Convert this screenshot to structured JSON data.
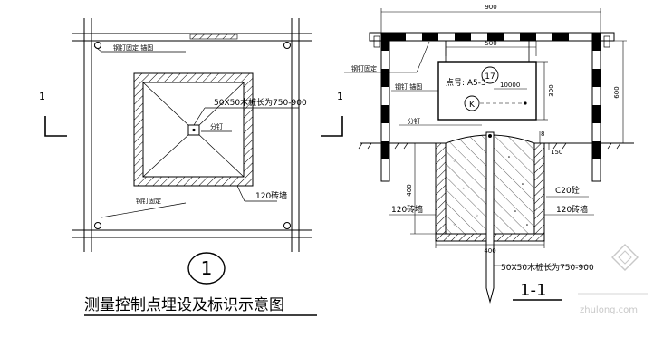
{
  "plan": {
    "section_mark_left": "1",
    "section_mark_right": "1",
    "pile_callout": "50X50木桩长为750-900",
    "nail_label": "分钉",
    "wall_label": "120砖墙",
    "leader_note_top": "钢钉固定 锚固",
    "leader_note_bottom": "钢钉固定"
  },
  "section": {
    "dim_total": "900",
    "dim_board": "500",
    "dim_height": "600",
    "dim_board_h": "300",
    "dim_ground": "400",
    "dim_side": "150",
    "dim_small": "8",
    "dim_bottom": "400",
    "sign_text": "点号: A5-3",
    "sign_number": "17",
    "sign_mark": "K",
    "sign_value": "10000",
    "nail_label": "分钉",
    "concrete_label": "C20砼",
    "wall_label_left": "120砖墙",
    "wall_label_right": "120砖墙",
    "pile_callout": "50X50木桩长为750-900",
    "leader_note_1": "钢钉固定",
    "leader_note_2": "钢钉 锚固"
  },
  "detail_number": "1",
  "title": "测量控制点埋设及标识示意图",
  "section_title": "1-1",
  "watermark": "zhulong.com",
  "colors": {
    "line": "#000000",
    "watermark": "#c8c8c8"
  }
}
